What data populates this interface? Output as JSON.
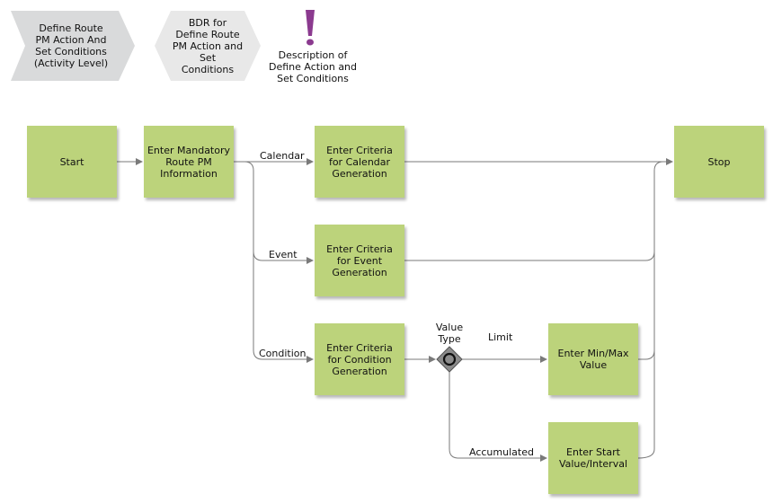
{
  "header": {
    "process_label": "Define Route\nPM Action And\nSet Conditions\n(Activity Level)",
    "bdr_label": "BDR for\nDefine Route\nPM Action and\nSet\nConditions",
    "description_label": "Description of\nDefine Action and\nSet Conditions",
    "colors": {
      "chevron": "#d9dadb",
      "hexagon": "#e8e8e8",
      "exclamation": "#8b3a8f"
    }
  },
  "nodes": {
    "start": "Start",
    "mandatory": "Enter Mandatory\nRoute PM\nInformation",
    "calendar_criteria": "Enter Criteria\nfor Calendar\nGeneration",
    "event_criteria": "Enter Criteria\nfor Event\nGeneration",
    "condition_criteria": "Enter Criteria\nfor Condition\nGeneration",
    "minmax": "Enter Min/Max\nValue",
    "start_value": "Enter Start\nValue/Interval",
    "stop": "Stop"
  },
  "gateway": {
    "label": "Value\nType"
  },
  "edge_labels": {
    "calendar": "Calendar",
    "event": "Event",
    "condition": "Condition",
    "limit": "Limit",
    "accumulated": "Accumulated"
  },
  "colors": {
    "box": "#bcd37b",
    "line": "#7a7a7a",
    "gateway": "#8c8c8c"
  }
}
